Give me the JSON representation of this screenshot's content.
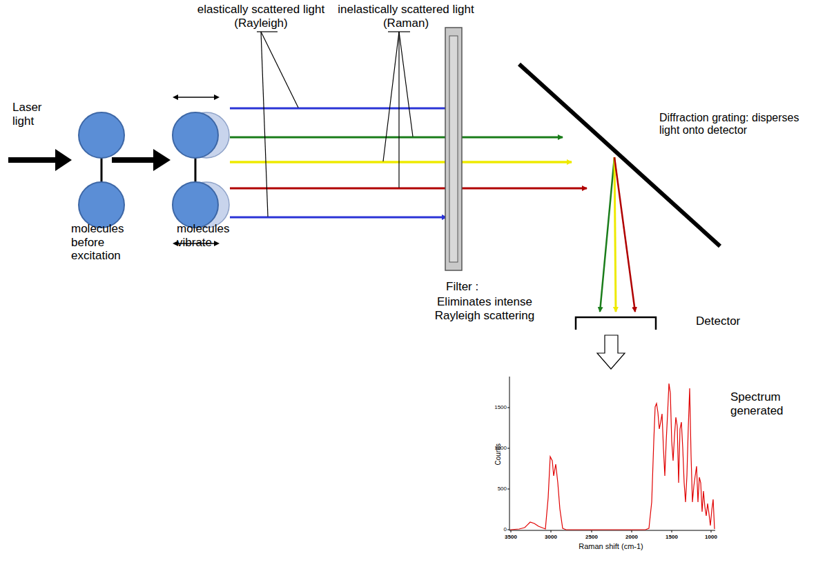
{
  "diagram": {
    "labels": [
      "elastically scattered light (Rayleigh)",
      "inelastically scattered light (Raman)",
      "Laser light",
      "molecules before excitation",
      "molecules vibrate",
      "Filter :",
      "Eliminates intense Rayleigh scattering",
      "Diffraction grating: disperses light onto detector",
      "Detector",
      "Spectrum generated",
      "Counts",
      "1500",
      "1000",
      "500",
      "0",
      "3500",
      "3000",
      "2500",
      "2000",
      "1500",
      "1000",
      "Raman shift (cm-1)"
    ]
  }
}
